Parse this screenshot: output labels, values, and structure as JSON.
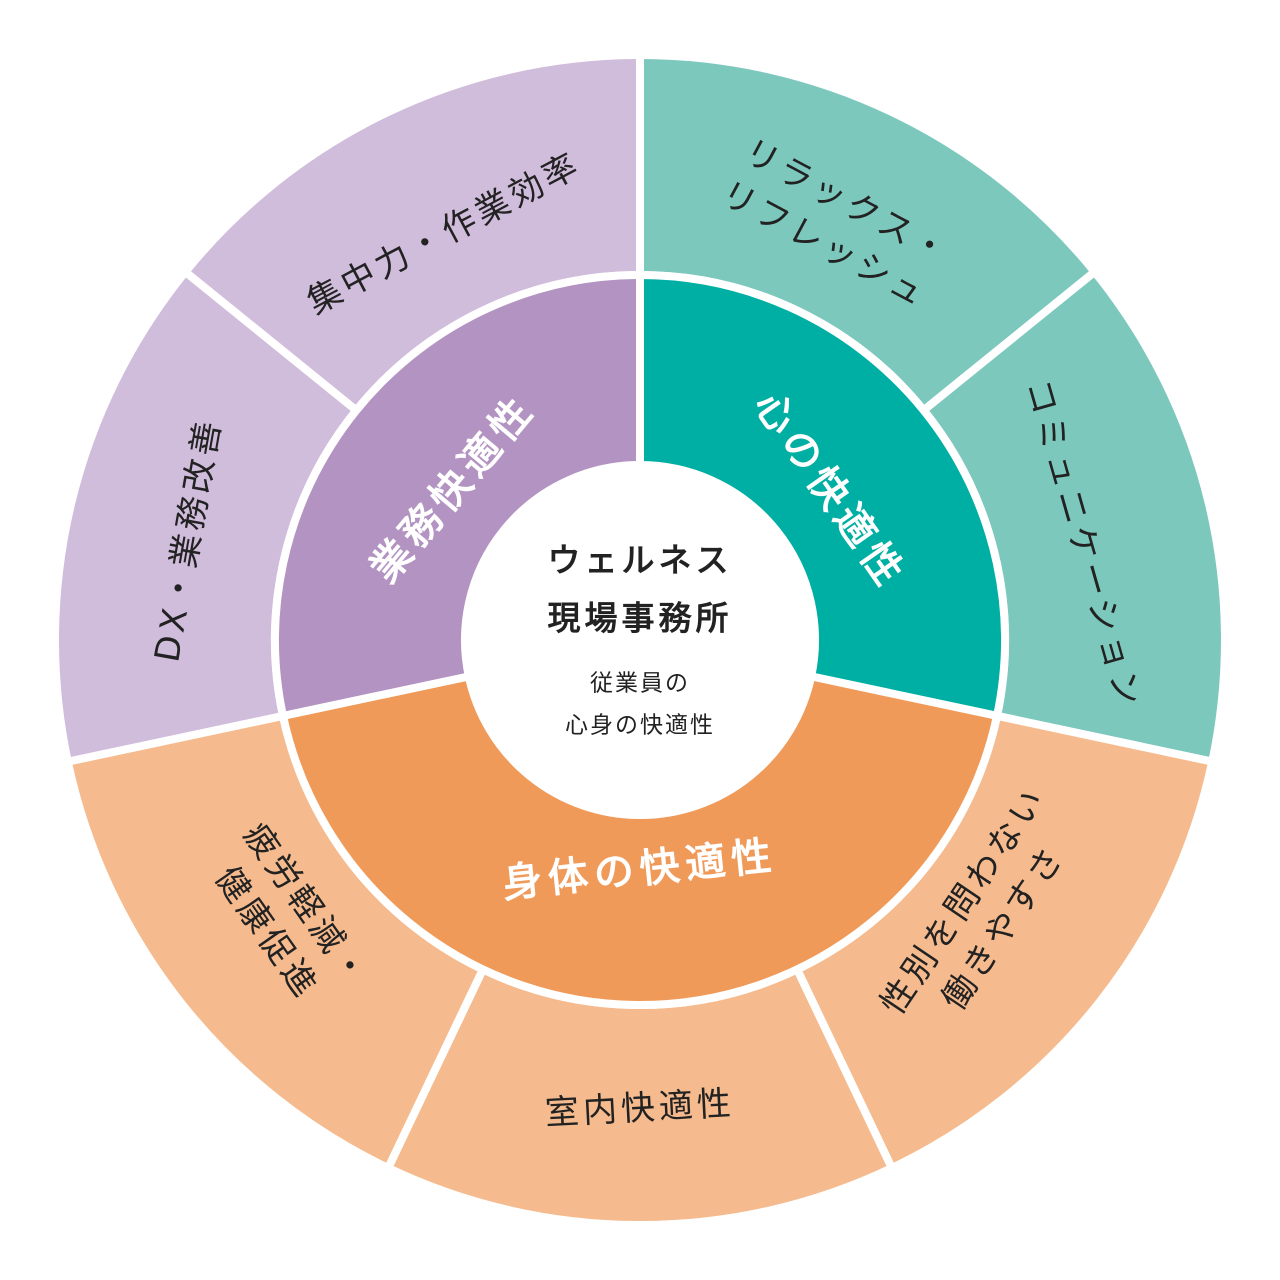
{
  "center": {
    "title_line1": "ウェルネス",
    "title_line2": "現場事務所",
    "sub_line1": "従業員の",
    "sub_line2": "心身の快適性"
  },
  "categories": [
    {
      "label": "業務快適性",
      "color": "#b393c2",
      "light_color": "#d0bcdb"
    },
    {
      "label": "心の快適性",
      "color": "#00afa3",
      "light_color": "#7dc8bd"
    },
    {
      "label": "身体の快適性",
      "color": "#f09a5a",
      "light_color": "#f5bb8e"
    }
  ],
  "items": {
    "concentration": "集中力・作業効率",
    "dx": "DX・業務改善",
    "relax_line1": "リラックス・",
    "relax_line2": "リフレッシュ",
    "communication": "コミュニケーション",
    "gender_line1": "性別を問わない",
    "gender_line2": "働きやすさ",
    "indoor": "室内快適性",
    "fatigue_line1": "疲労軽減・",
    "fatigue_line2": "健康促進"
  }
}
